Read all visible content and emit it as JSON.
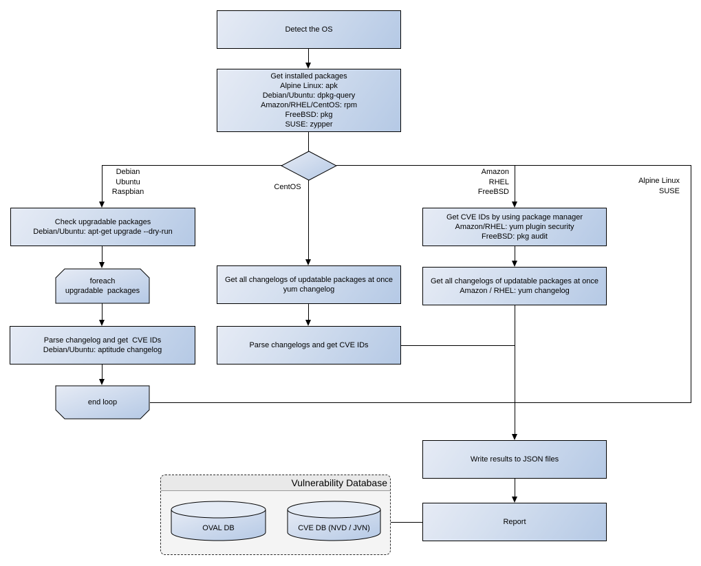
{
  "nodes": {
    "detect_os": "Detect the OS",
    "get_installed_packages": "Get installed packages\nAlpine Linux: apk\nDebian/Ubuntu: dpkg-query\nAmazon/RHEL/CentOS: rpm\nFreeBSD: pkg\nSUSE: zypper",
    "check_upgradable": "Check upgradable packages\nDebian/Ubuntu: apt-get upgrade --dry-run",
    "foreach_loop": "foreach\nupgradable  packages",
    "parse_changelog_left": "Parse changelog and get  CVE IDs\nDebian/Ubuntu: aptitude changelog",
    "end_loop": "end loop",
    "get_changelogs_centos": "Get all changelogs of updatable packages at once\nyum changelog",
    "parse_changelogs_centos": "Parse changelogs and get CVE IDs",
    "get_cve_ids_pkg_mgr": "Get CVE IDs by using package manager\nAmazon/RHEL: yum plugin security\nFreeBSD: pkg audit",
    "get_changelogs_amazon": "Get all changelogs of updatable packages at once\nAmazon / RHEL: yum changelog",
    "write_json": "Write results to JSON files",
    "report": "Report"
  },
  "branch_labels": {
    "debian": "Debian\nUbuntu\nRaspbian",
    "centos": "CentOS",
    "amazon": "Amazon\nRHEL\nFreeBSD",
    "alpine": "Alpine Linux\nSUSE"
  },
  "database": {
    "title": "Vulnerability Database",
    "oval_db": "OVAL DB",
    "cve_db": "CVE DB (NVD / JVN)"
  },
  "colors": {
    "node_fill_light": "#e6ebf5",
    "node_fill_mid": "#d4dfef",
    "node_fill_dark": "#b5c9e5",
    "line_color": "#000000",
    "db_panel_fill": "#f4f4f4",
    "db_header_fill": "#e9e9e9"
  }
}
